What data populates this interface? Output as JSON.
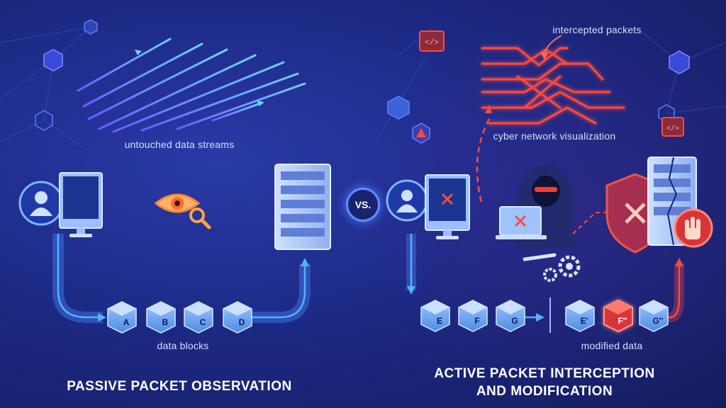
{
  "labels": {
    "untouched": "untouched data streams",
    "data_blocks": "data blocks",
    "intercepted": "intercepted packets",
    "cyber_network": "cyber network visualization",
    "modified_data": "modified data",
    "vs": "VS."
  },
  "titles": {
    "passive": "PASSIVE PACKET OBSERVATION",
    "active_line1": "ACTIVE PACKET INTERCEPTION",
    "active_line2": "AND MODIFICATION"
  },
  "blocks": {
    "passive": [
      "A",
      "B",
      "C",
      "D"
    ],
    "active_original": [
      "E",
      "F",
      "G"
    ],
    "active_modified": [
      "E'",
      "F''",
      "G''"
    ]
  },
  "colors": {
    "accent_blue": "#4fb3ff",
    "accent_red": "#ff4a3d",
    "eye_orange": "#ff8a2b"
  }
}
